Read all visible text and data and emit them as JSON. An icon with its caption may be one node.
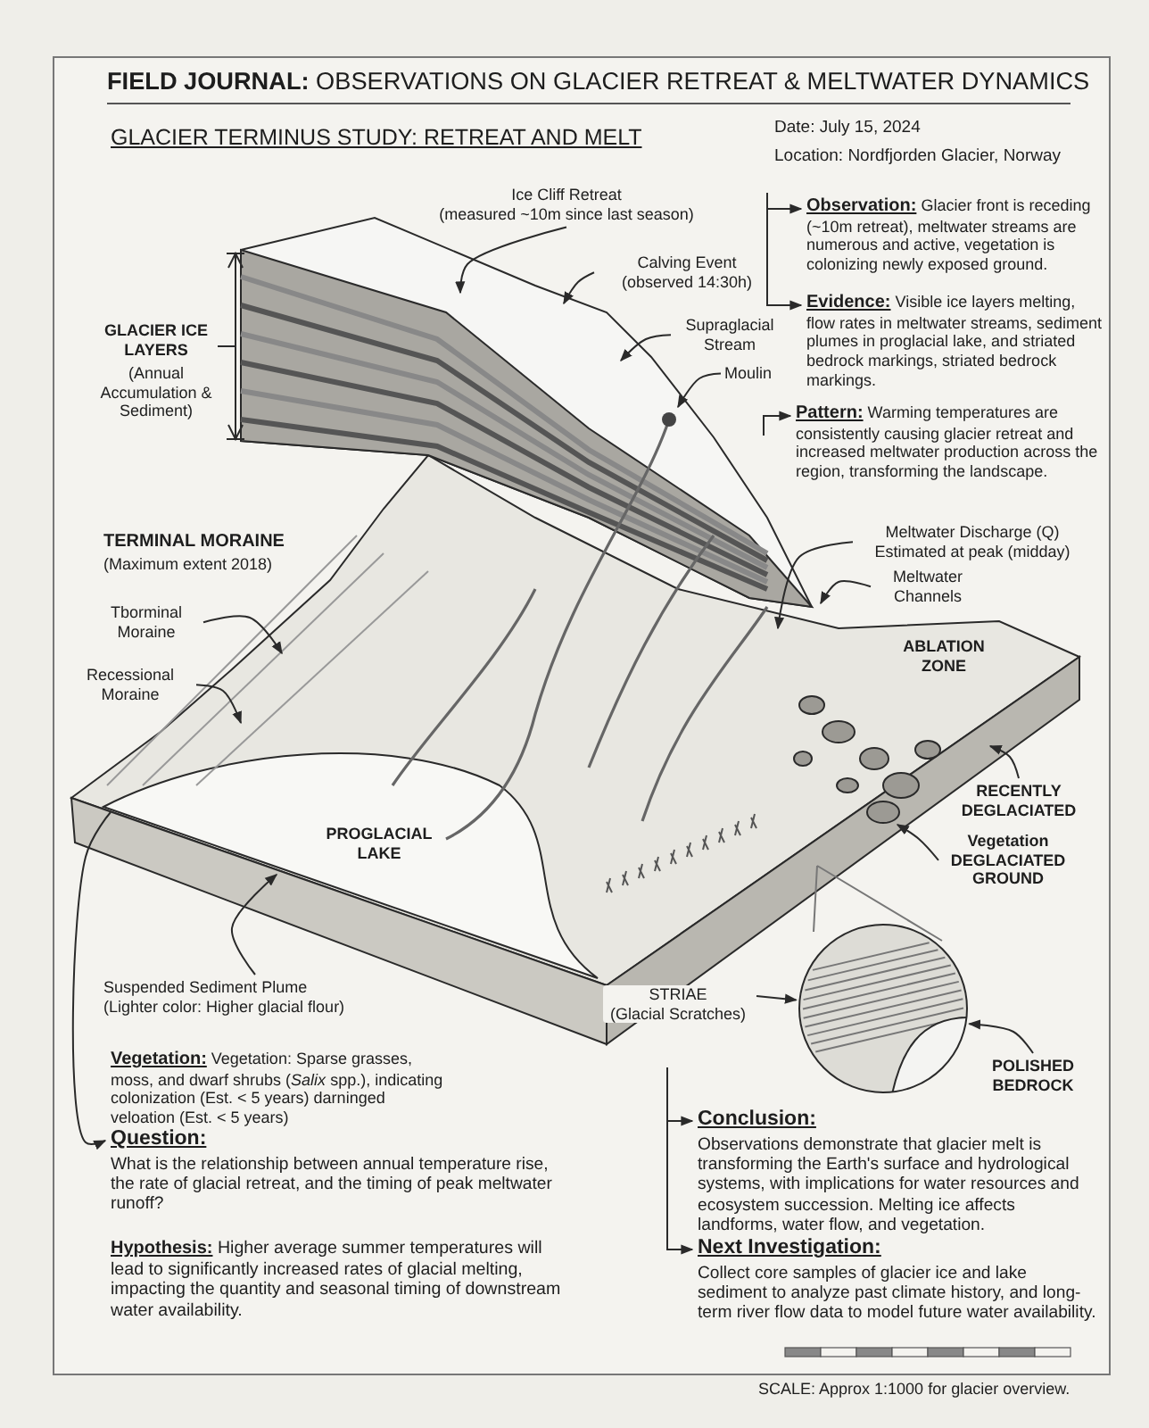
{
  "diagram": {
    "title": "**FIELD JOURNAL:** OBSERVATIONS ON GLACIER RETREAT & MELTWATER DYNAMICS",
    "nodes": [
      {
        "text": [
          "Ice Cliff Retreat",
          "(measured ~10m since last season)"
        ]
      },
      {
        "text": [
          "Calving Event",
          "(observed 14:30h)"
        ]
      },
      {
        "text": [
          "Supraglacial Stream"
        ]
      },
      {
        "text": [
          "Moulin"
        ]
      },
      {
        "text": [
          "Tborminal Moraine"
        ]
      },
      {
        "text": [
          "Recessional Moraine"
        ]
      },
      {
        "text": [
          "Meltwater Discharge (Q)",
          "Estimated at peak (midday)"
        ]
      },
      {
        "text": [
          "Meltwater Channels"
        ]
      },
      {
        "text": [
          "RECENTLY DEGLACIATED"
        ]
      },
      {
        "text": [
          "Vegetation DEGLACIATED GROUND"
        ]
      },
      {
        "text": [
          "Suspended Sediment Plume",
          "(Lighter color: Higher glacial flour)"
        ]
      },
      {
        "text": [
          "STRIAE",
          "(Glacial Scratches)"
        ]
      },
      {
        "text": [
          "POLISHED BEDROCK"
        ]
      },
      {
        "text": [
          "**Observation:** Glacier front is receding (~10m retreat), meltwater streams are numerous and active, vegetation is colonizing newly exposed ground."
        ]
      },
      {
        "text": [
          "**Evidence:** Visible ice layers melting, flow rates in meltwater streams, sediment plumes in proglacial lake, and striated bedrock markings, striated bedrock markings."
        ]
      },
      {
        "text": [
          "**Pattern:** Warming temperatures are consistently causing glacier retreat and increased meltwater production across the region, transforming the landscape."
        ]
      },
      {
        "text": [
          "Question:",
          "What is the relationship between annual temperature rise, the rate of glacial retreat, and the timing of peak meltwater runoff?"
        ]
      },
      {
        "text": [
          "Conclusion:",
          "Observations demonstrate that glacier melt is transforming the Earth's surface and hydrological systems, with implications for water resources and ecosystem succession. Melting ice affects landforms, water flow, and vegetation."
        ]
      },
      {
        "text": [
          "Next Investigation:",
          "Collect core samples of glacier ice and lake sediment to analyze past climate history, and long-term river flow data to model future water availability."
        ]
      },
      {
        "text": [],
        "shape": "picture"
      }
    ],
    "edges": [
      {
        "from": 0,
        "to": null,
        "arrow": "to"
      },
      {
        "from": 1,
        "to": null,
        "arrow": "to"
      },
      {
        "from": 2,
        "to": null,
        "arrow": "to"
      },
      {
        "from": 3,
        "to": null,
        "arrow": "to"
      },
      {
        "from": 4,
        "to": null,
        "arrow": "to"
      },
      {
        "from": 5,
        "to": null,
        "arrow": "to"
      },
      {
        "from": 6,
        "to": null,
        "arrow": "to"
      },
      {
        "from": 7,
        "to": null,
        "arrow": "to"
      },
      {
        "from": 8,
        "to": null,
        "arrow": "to"
      },
      {
        "from": 9,
        "to": null,
        "arrow": "to"
      },
      {
        "from": 10,
        "to": null,
        "arrow": "to"
      },
      {
        "from": 11,
        "to": 19,
        "arrow": "to"
      },
      {
        "from": 12,
        "to": 19,
        "arrow": "to"
      },
      {
        "from": null,
        "to": 13,
        "arrow": "to"
      },
      {
        "from": null,
        "to": 14,
        "arrow": "to"
      },
      {
        "from": null,
        "to": 15,
        "arrow": "to"
      },
      {
        "from": null,
        "to": 16,
        "arrow": "to"
      },
      {
        "from": null,
        "to": 17,
        "arrow": "to"
      },
      {
        "from": null,
        "to": 18,
        "arrow": "to"
      }
    ],
    "labels": [
      "GLACIER TERMINUS STUDY: RETREAT AND MELT",
      "Date: July 15, 2024",
      "Location: Nordfjorden Glacier, Norway",
      "GLACIER ICE LAYERS",
      "(Annual Accumulation & Sediment)",
      "TERMINAL MORAINE",
      "(Maximum extent 2018)",
      "ABLATION ZONE",
      "PROGLACIAL LAKE",
      "**Vegetation:** Vegetation: Sparse grasses, moss, and dwarf shrubs (*Salix* spp.), indicating colonization (Est. < 5 years) darninged veloation (Est. < 5 years)",
      "**Hypothesis:** Higher average summer temperatures will lead to significantly increased rates of glacial melting, impacting the quantity and seasonal timing of downstream water availability.",
      "SCALE: Approx 1:1000 for glacier overview."
    ]
  }
}
